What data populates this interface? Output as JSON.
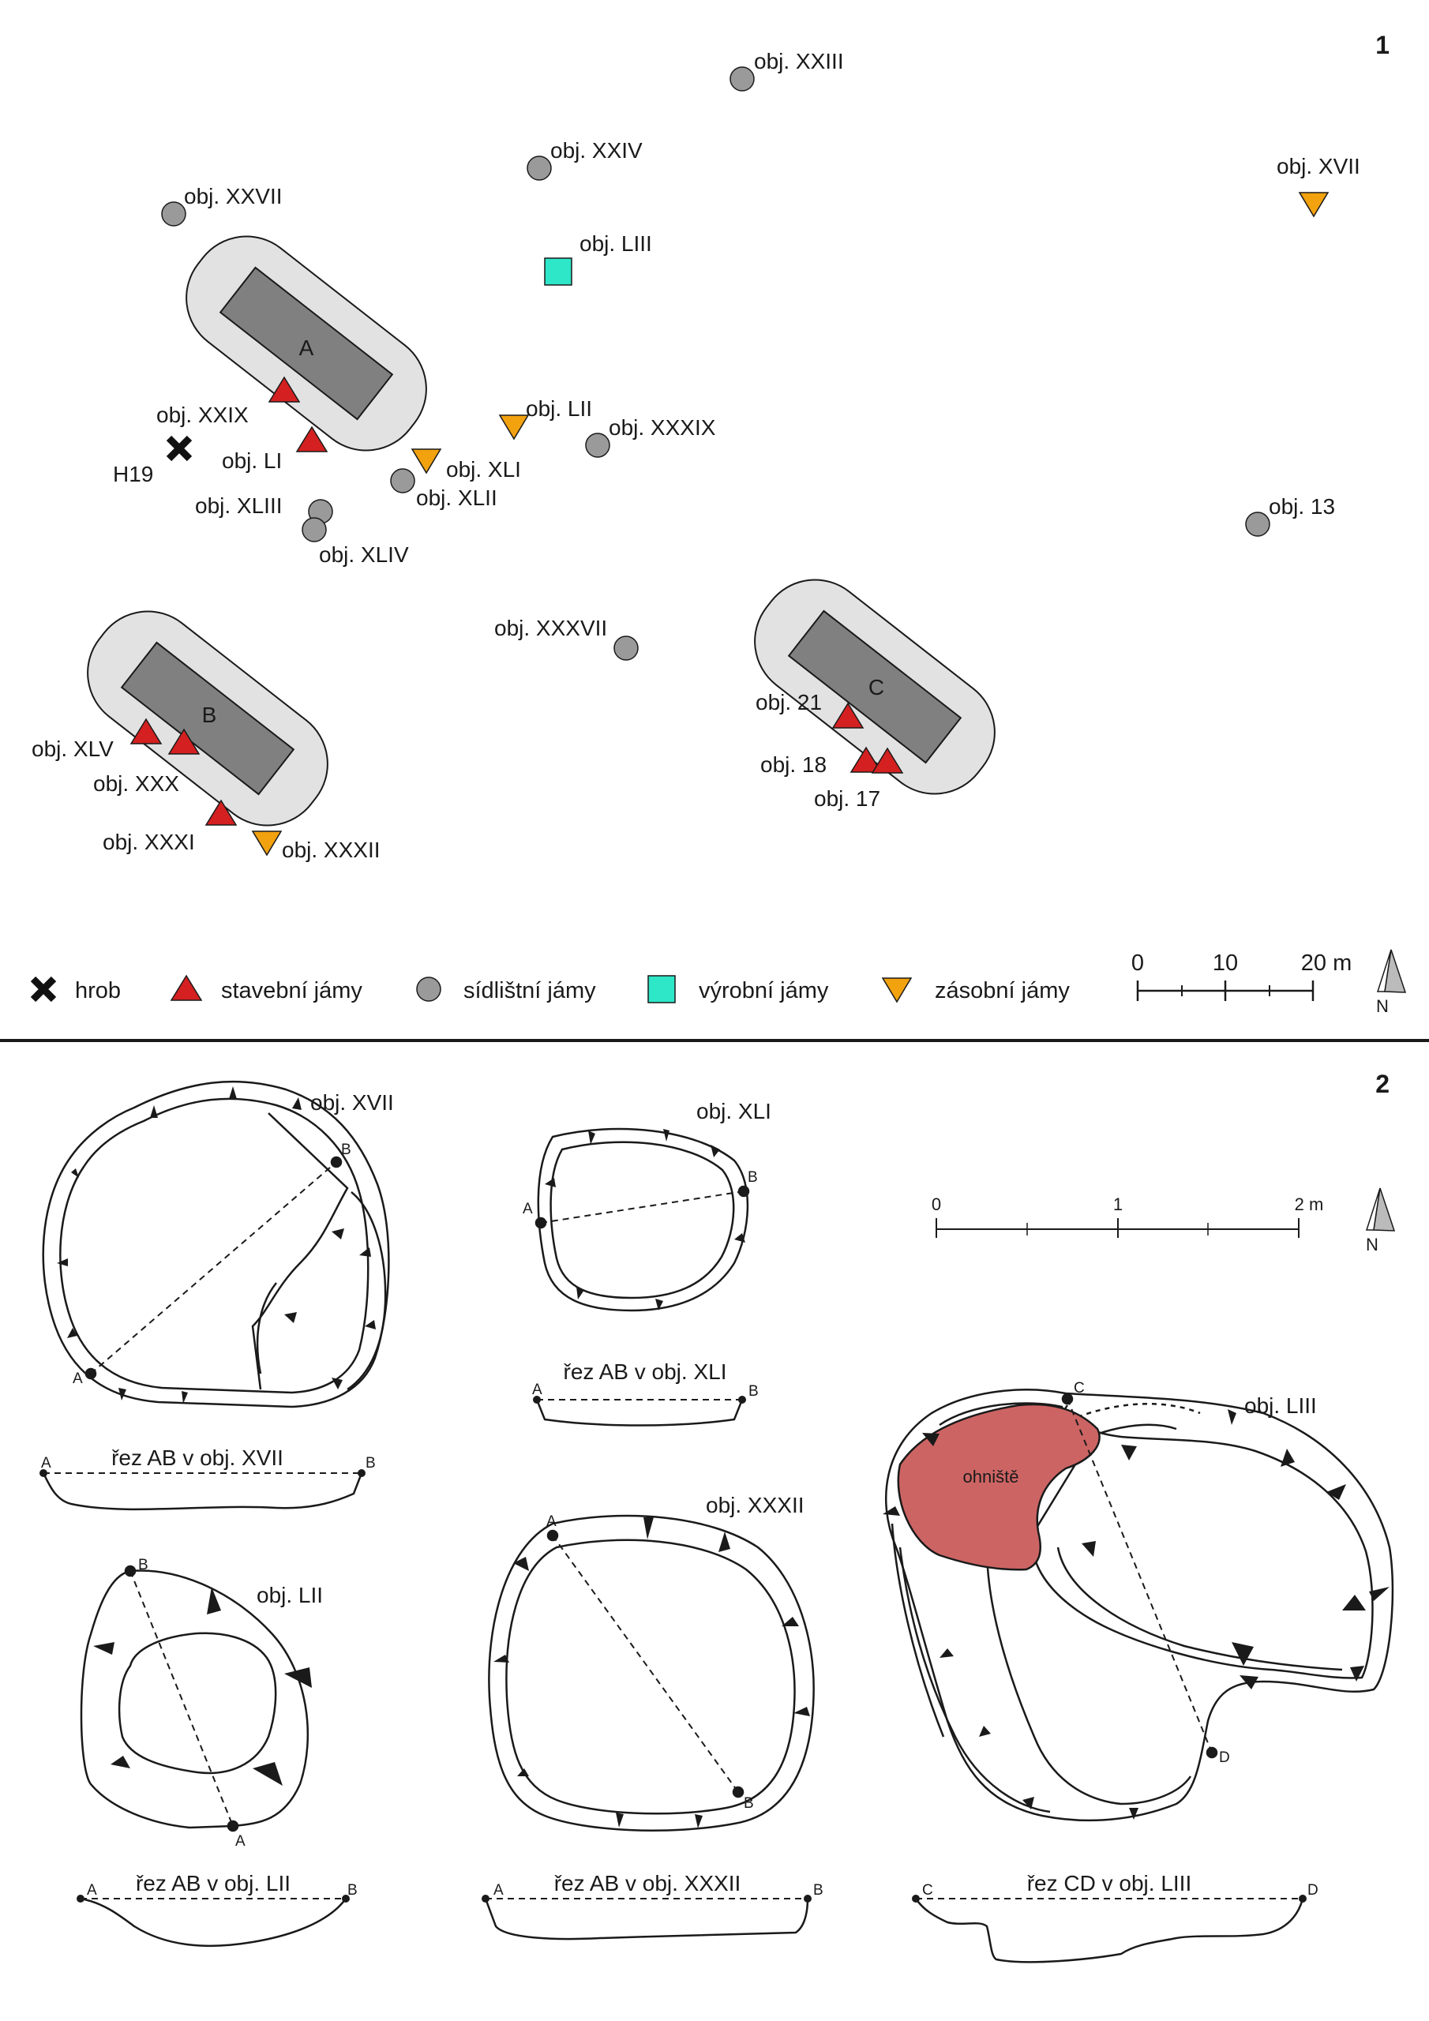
{
  "panel1": {
    "number": "1",
    "buildings": [
      {
        "id": "building-a",
        "label": "A"
      },
      {
        "id": "building-b",
        "label": "B"
      },
      {
        "id": "building-c",
        "label": "C"
      }
    ],
    "features": [
      {
        "label": "obj. XXIII",
        "type": "settlement"
      },
      {
        "label": "obj. XXIV",
        "type": "settlement"
      },
      {
        "label": "obj. XVII",
        "type": "storage"
      },
      {
        "label": "obj. XXVII",
        "type": "settlement"
      },
      {
        "label": "obj. LIII",
        "type": "production"
      },
      {
        "label": "obj. XXIX",
        "type": "construction"
      },
      {
        "label": "obj. LI",
        "type": "construction"
      },
      {
        "label": "H19",
        "type": "grave"
      },
      {
        "label": "obj. LII",
        "type": "storage"
      },
      {
        "label": "obj. XXXIX",
        "type": "settlement"
      },
      {
        "label": "obj. XLI",
        "type": "storage"
      },
      {
        "label": "obj. XLII",
        "type": "settlement"
      },
      {
        "label": "obj. XLIII",
        "type": "settlement"
      },
      {
        "label": "obj. XLIV",
        "type": "settlement"
      },
      {
        "label": "obj. 13",
        "type": "settlement"
      },
      {
        "label": "obj. XXXVII",
        "type": "settlement"
      },
      {
        "label": "obj. 21",
        "type": "construction"
      },
      {
        "label": "obj. 18",
        "type": "construction"
      },
      {
        "label": "obj. 17",
        "type": "construction"
      },
      {
        "label": "obj. XLV",
        "type": "construction"
      },
      {
        "label": "obj. XXX",
        "type": "construction"
      },
      {
        "label": "obj. XXXI",
        "type": "construction"
      },
      {
        "label": "obj. XXXII",
        "type": "storage"
      }
    ],
    "legend": [
      {
        "symbol": "cross",
        "label": "hrob"
      },
      {
        "symbol": "triangle-up",
        "label": "stavební jámy"
      },
      {
        "symbol": "circle",
        "label": "sídlištní jámy"
      },
      {
        "symbol": "square",
        "label": "výrobní jámy"
      },
      {
        "symbol": "triangle-down",
        "label": "zásobní jámy"
      }
    ],
    "scale": {
      "ticks": [
        "0",
        "10",
        "20 m"
      ]
    },
    "north": "N",
    "colors": {
      "grave": "#111111",
      "construction": "#d42020",
      "settlement": "#9a9a9a",
      "production": "#2ee6c8",
      "storage": "#f2a20f",
      "building_inner": "#808080",
      "building_outer": "#e2e2e2"
    }
  },
  "panel2": {
    "number": "2",
    "plans": [
      {
        "title": "obj. XVII",
        "points": [
          "A",
          "B"
        ]
      },
      {
        "title": "obj. XLI",
        "points": [
          "A",
          "B"
        ]
      },
      {
        "title": "obj. LII",
        "points": [
          "B",
          "A"
        ]
      },
      {
        "title": "obj. XXXII",
        "points": [
          "A",
          "B"
        ]
      },
      {
        "title": "obj. LIII",
        "points": [
          "C",
          "D"
        ],
        "hearth": "ohniště"
      }
    ],
    "sections": [
      {
        "title": "řez AB v obj. XVII",
        "left": "A",
        "right": "B"
      },
      {
        "title": "řez AB v obj. XLI",
        "left": "A",
        "right": "B"
      },
      {
        "title": "řez AB v obj. LII",
        "left": "A",
        "right": "B"
      },
      {
        "title": "řez AB v obj. XXXII",
        "left": "A",
        "right": "B"
      },
      {
        "title": "řez CD v obj. LIII",
        "left": "C",
        "right": "D"
      }
    ],
    "scale": {
      "ticks": [
        "0",
        "1",
        "2 m"
      ]
    },
    "north": "N",
    "colors": {
      "hearth": "#cd6464"
    }
  }
}
